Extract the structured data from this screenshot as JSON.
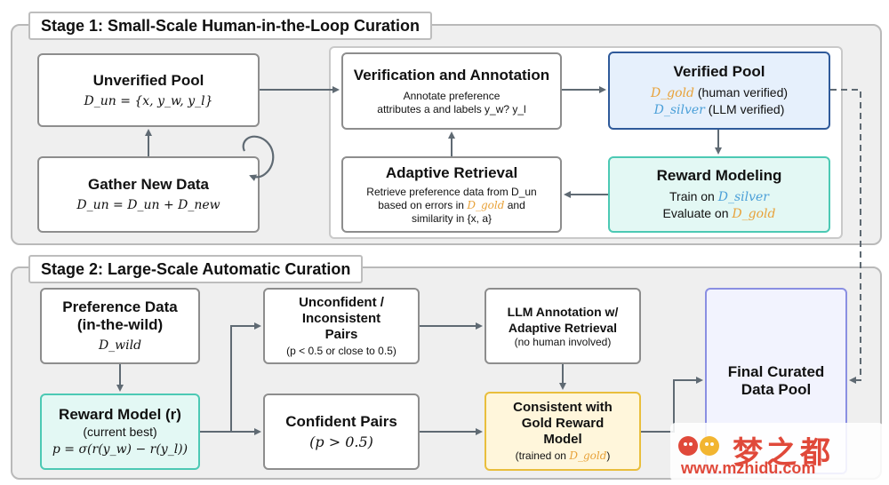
{
  "stage1": {
    "title": "Stage 1: Small-Scale Human-in-the-Loop Curation",
    "unverified_pool": {
      "title": "Unverified Pool",
      "formula": "D_un = {x, y_w, y_l}"
    },
    "gather_new_data": {
      "title": "Gather New Data",
      "formula": "D_un = D_un + D_new"
    },
    "verification": {
      "title": "Verification and Annotation",
      "line1": "Annotate preference",
      "line2": "attributes a and labels y_w? y_l"
    },
    "verified_pool": {
      "title": "Verified Pool",
      "gold": "D_gold",
      "gold_note": "(human verified)",
      "silver": "D_silver",
      "silver_note": "(LLM verified)"
    },
    "adaptive_retrieval": {
      "title": "Adaptive Retrieval",
      "line1": "Retrieve preference data from D_un",
      "line2a": "based on errors in",
      "line2_gold": "D_gold",
      "line2b": "and",
      "line3": "similarity in {x, a}"
    },
    "reward_modeling": {
      "title": "Reward Modeling",
      "train": "Train on",
      "train_set": "D_silver",
      "eval": "Evaluate on",
      "eval_set": "D_gold"
    }
  },
  "stage2": {
    "title": "Stage 2: Large-Scale Automatic Curation",
    "preference_data": {
      "title_line1": "Preference Data",
      "title_line2": "(in-the-wild)",
      "formula": "D_wild"
    },
    "reward_model": {
      "title": "Reward Model (r)",
      "sub": "(current best)",
      "formula": "p = σ(r(y_w) − r(y_l))"
    },
    "unconfident": {
      "line1": "Unconfident /",
      "line2": "Inconsistent",
      "line3": "Pairs",
      "note": "(p < 0.5 or close to 0.5)"
    },
    "confident": {
      "title": "Confident Pairs",
      "formula": "(p > 0.5)"
    },
    "llm_annotation": {
      "line1": "LLM Annotation w/",
      "line2": "Adaptive Retrieval",
      "note": "(no human involved)"
    },
    "consistent": {
      "line1": "Consistent with",
      "line2": "Gold Reward",
      "line3": "Model",
      "note_a": "(trained on",
      "note_set": "D_gold",
      "note_b": ")"
    },
    "final_pool": {
      "line1": "Final Curated",
      "line2": "Data Pool"
    }
  },
  "watermark": {
    "chars": "梦之都",
    "url": "www.mzhidu.com"
  },
  "colors": {
    "gold": "#e8a23a",
    "silver": "#4a9fd8",
    "arrow": "#5f6a73",
    "verified_border": "#2f5a9a",
    "teal_border": "#4cc9b4",
    "gold_border": "#e9be3c",
    "purple_border": "#8a8fe2"
  }
}
